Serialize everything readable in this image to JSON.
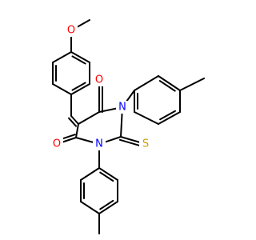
{
  "molecule": {
    "atoms": [
      {
        "id": "O_methoxy",
        "symbol": "O"
      },
      {
        "id": "O_c4",
        "symbol": "O"
      },
      {
        "id": "O_c6",
        "symbol": "O"
      },
      {
        "id": "N1",
        "symbol": "N"
      },
      {
        "id": "N3",
        "symbol": "N"
      },
      {
        "id": "S",
        "symbol": "S"
      }
    ],
    "colors": {
      "bond": "#000000",
      "oxygen": "#ff0000",
      "nitrogen": "#0000ff",
      "sulfur": "#c8a000"
    }
  }
}
